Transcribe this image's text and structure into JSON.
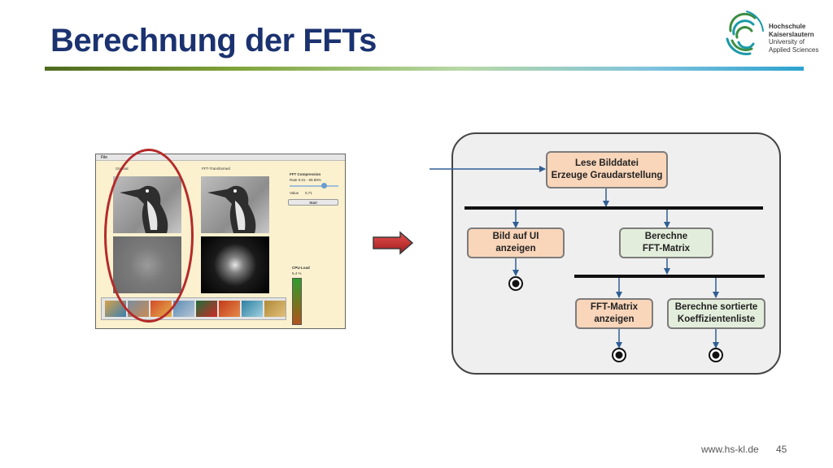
{
  "slide": {
    "title": "Berechnung der FFTs",
    "footer_url": "www.hs-kl.de",
    "page_number": "45"
  },
  "logo": {
    "line1": "Hochschule",
    "line2": "Kaiserslautern",
    "line3": "University of",
    "line4": "Applied Sciences"
  },
  "app_screenshot": {
    "menu": "File",
    "original_label": "Original",
    "transformed_label": "FFT-Transformed",
    "compression_label": "FFT Compression",
    "rate_label": "Rate 0.01 - 99.99%",
    "value_label": "Value",
    "value": "0,71",
    "start_button": "Start",
    "cpu_label": "CPU-Load",
    "cpu_value": "6,4 %"
  },
  "diagram": {
    "nodes": {
      "read": "Lese Bilddatei\nErzeuge Graudarstellung",
      "show": "Bild auf UI\nanzeigen",
      "compute": "Berechne\nFFT-Matrix",
      "display_fft": "FFT-Matrix\nanzeigen",
      "sorted": "Berechne sortierte\nKoeffizientenliste"
    }
  },
  "colors": {
    "title": "#1b3270",
    "node_orange": "#f9d5b9",
    "node_green": "#e3eddb",
    "oval": "#b52a2a",
    "arrow_blue": "#2f5e93",
    "block_arrow": "#c0262b"
  }
}
